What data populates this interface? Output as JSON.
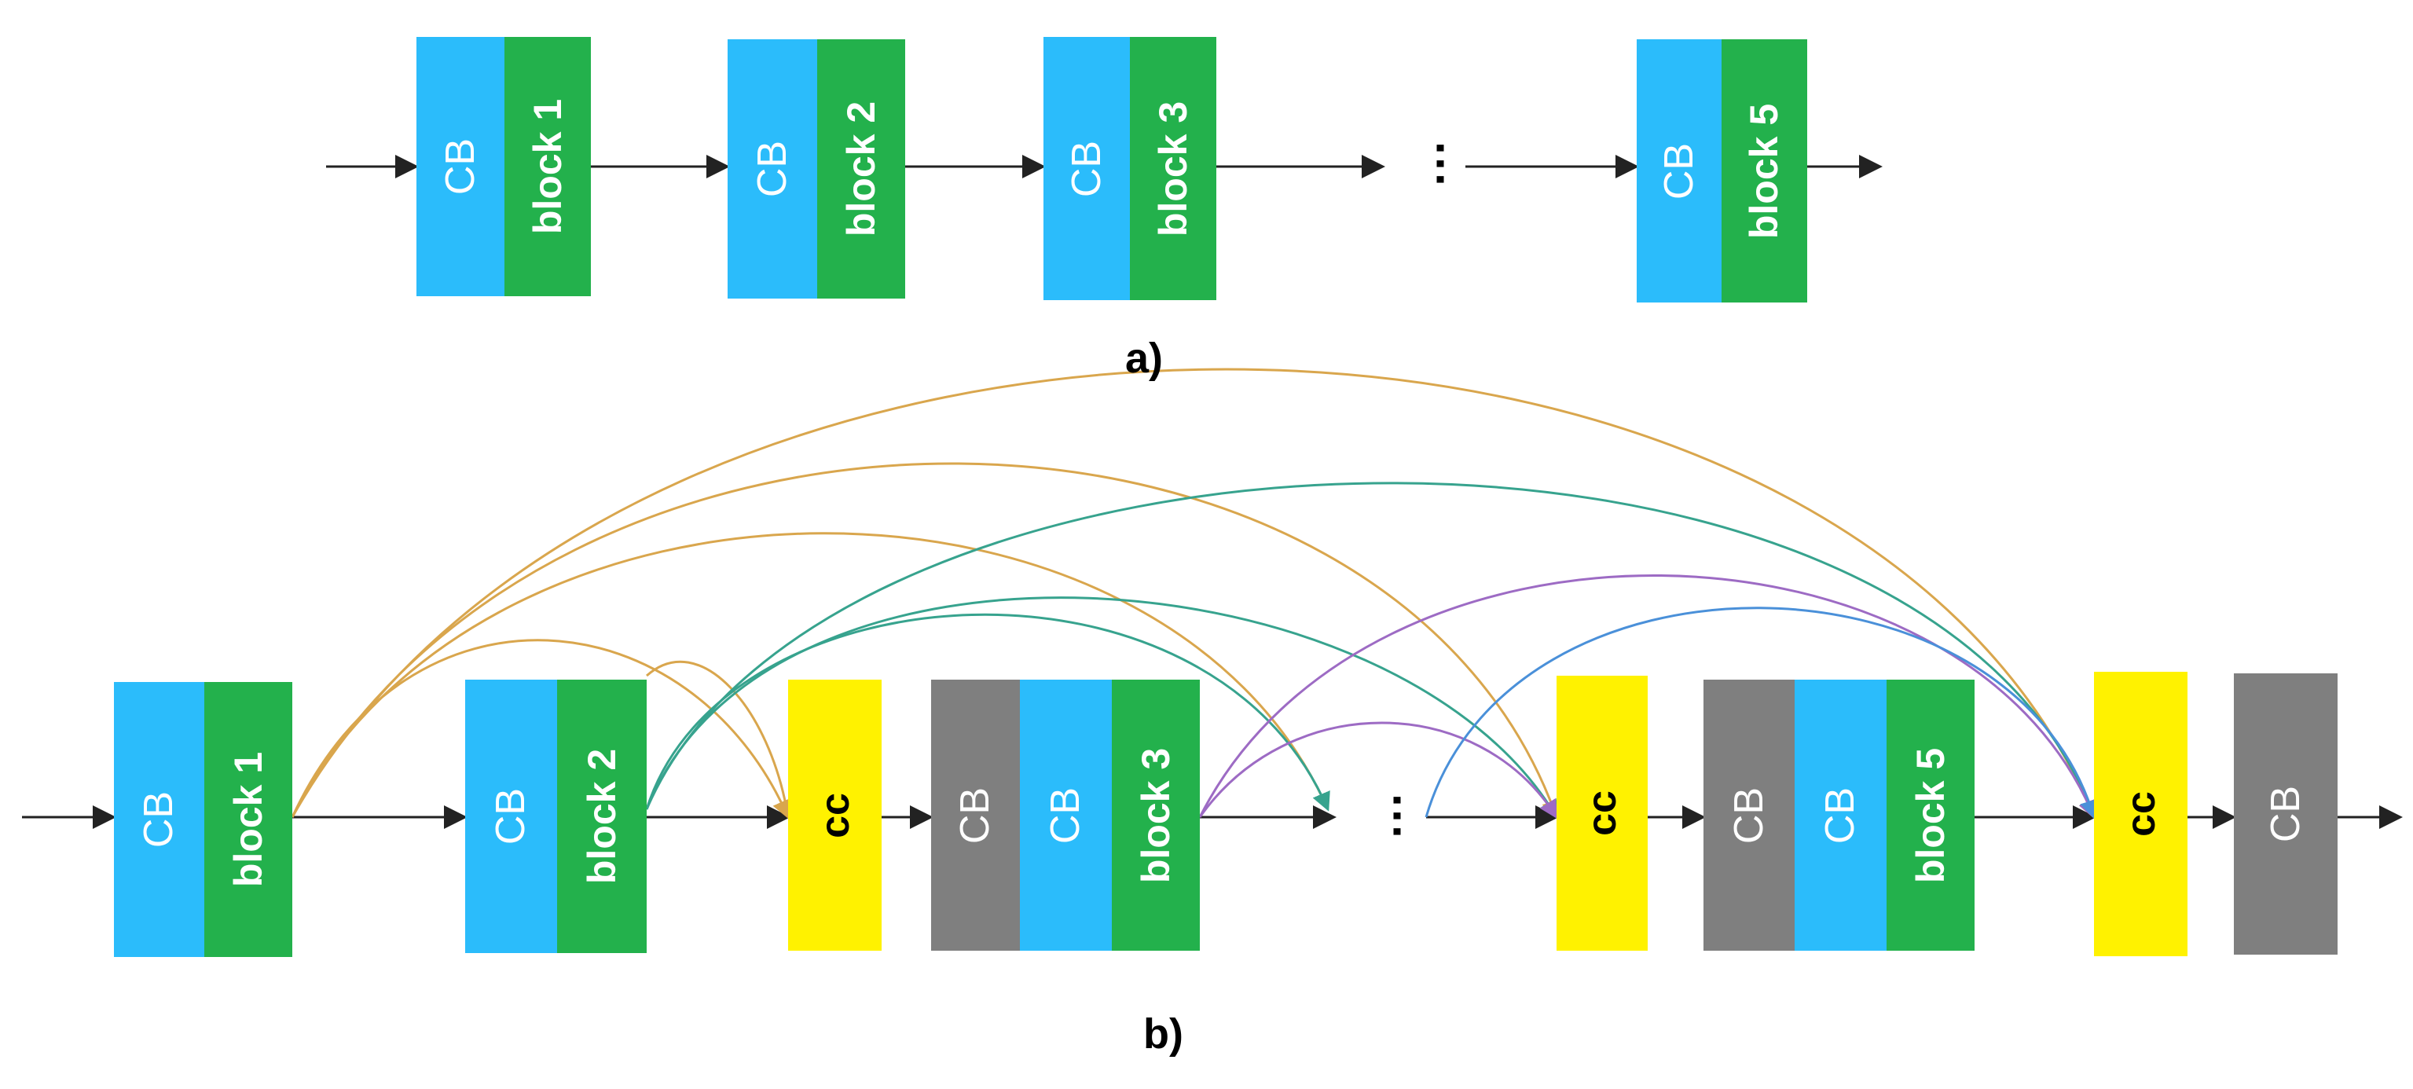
{
  "colors": {
    "cb_blue": "#2bbcfb",
    "block_green": "#23b14c",
    "cc_yellow": "#fff200",
    "cb_gray": "#7f7f7f",
    "arc_orange": "#d9a64d",
    "arc_teal": "#37a38e",
    "arc_purple": "#9d6bc4",
    "arc_blue": "#4a90d9"
  },
  "diagram_a": {
    "label": "a)",
    "ellipsis": "···",
    "stages": [
      {
        "cb": "CB",
        "block": "block 1"
      },
      {
        "cb": "CB",
        "block": "block 2"
      },
      {
        "cb": "CB",
        "block": "block 3"
      },
      {
        "cb": "CB",
        "block": "block 5"
      }
    ]
  },
  "diagram_b": {
    "label": "b)",
    "ellipsis": "···",
    "items": {
      "s1_cb": "CB",
      "s1_block": "block 1",
      "s2_cb": "CB",
      "s2_block": "block 2",
      "cc1": "cc",
      "s3_cb_gray": "CB",
      "s3_cb": "CB",
      "s3_block": "block 3",
      "cc2": "cc",
      "s5_cb_gray": "CB",
      "s5_cb": "CB",
      "s5_block": "block 5",
      "cc3": "cc",
      "final_cb_gray": "CB"
    }
  }
}
